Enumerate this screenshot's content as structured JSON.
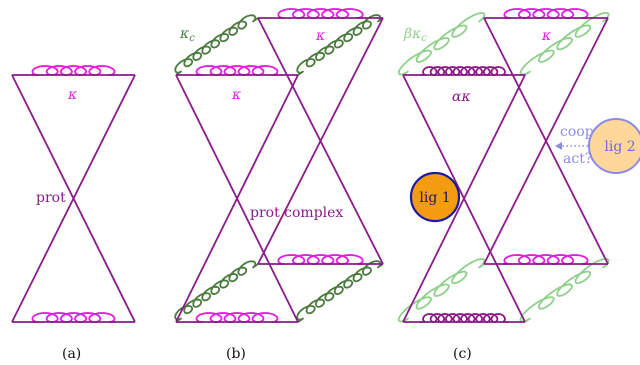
{
  "colors": {
    "protein": "#8b1a8b",
    "kappa": "#e11ee1",
    "kappa_c": "#4a7a3e",
    "beta_kappa_c": "#8fd08a",
    "alpha_kappa": "#8b1a8b",
    "lig1_fill": "#f39c12",
    "lig1_stroke": "#1a1aa0",
    "lig2_fill": "#ffd79a",
    "lig2_stroke": "#8b8be6",
    "coop_text": "#8b8be6"
  },
  "panel_a": {
    "caption": "(a)",
    "prot_label": "prot",
    "kappa_label": "κ"
  },
  "panel_b": {
    "caption": "(b)",
    "prot_complex_label": "prot complex",
    "kappa_label_front": "κ",
    "kappa_label_back": "κ",
    "kappa_c_label": "κc"
  },
  "panel_c": {
    "caption": "(c)",
    "alpha_kappa_label": "ακ",
    "kappa_label_back": "κ",
    "beta_kappa_c_label": "βκc",
    "lig1_label": "lig 1",
    "lig2_label": "lig 2",
    "coop_label_1": "coop",
    "coop_label_2": "act?"
  }
}
